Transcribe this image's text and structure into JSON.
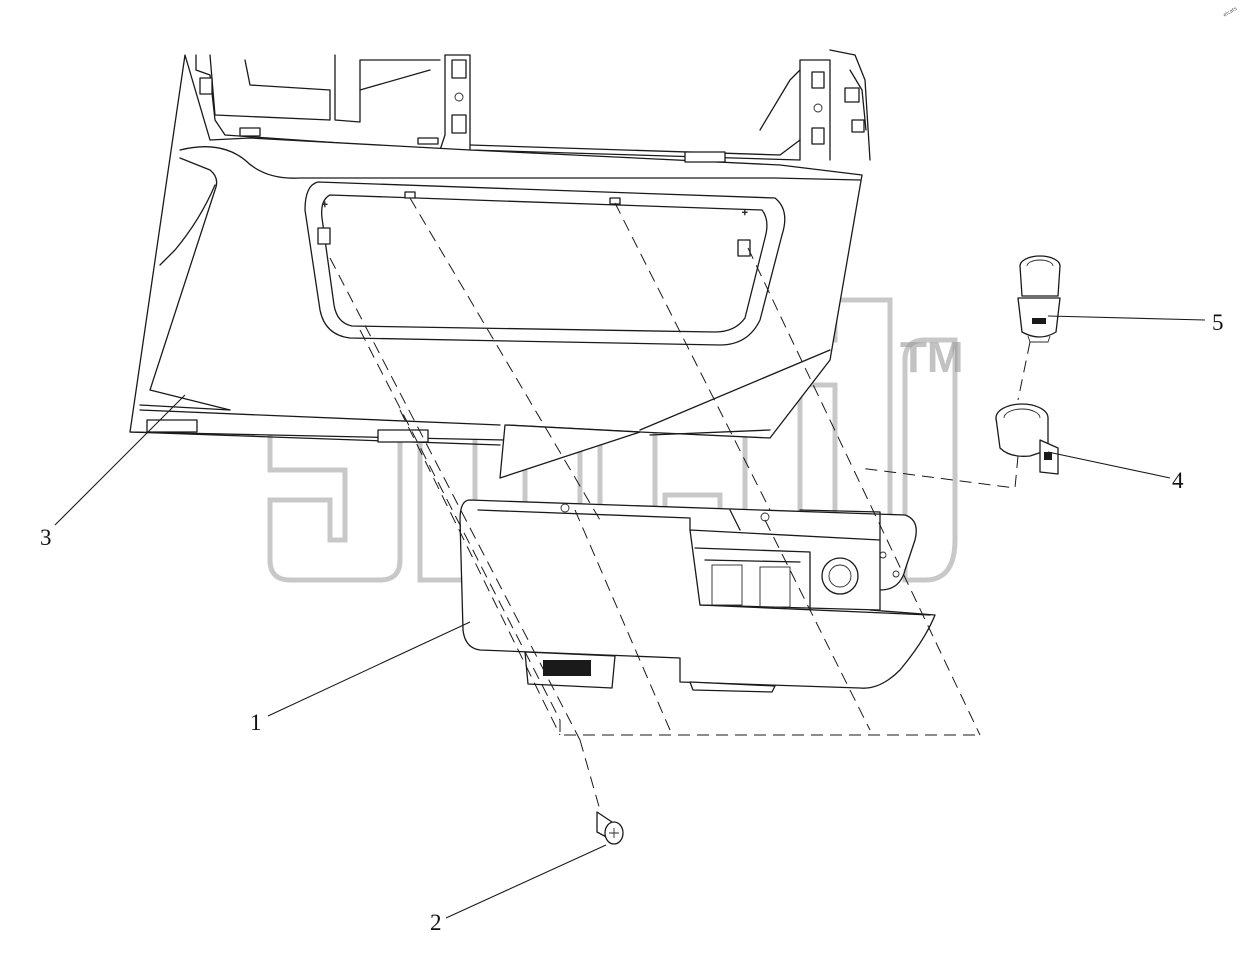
{
  "diagram": {
    "callouts": [
      {
        "id": "1",
        "label": "1"
      },
      {
        "id": "2",
        "label": "2"
      },
      {
        "id": "3",
        "label": "3"
      },
      {
        "id": "4",
        "label": "4"
      },
      {
        "id": "5",
        "label": "5"
      }
    ],
    "watermark": {
      "trademark": "TM"
    },
    "corner_mark": "elcats"
  }
}
